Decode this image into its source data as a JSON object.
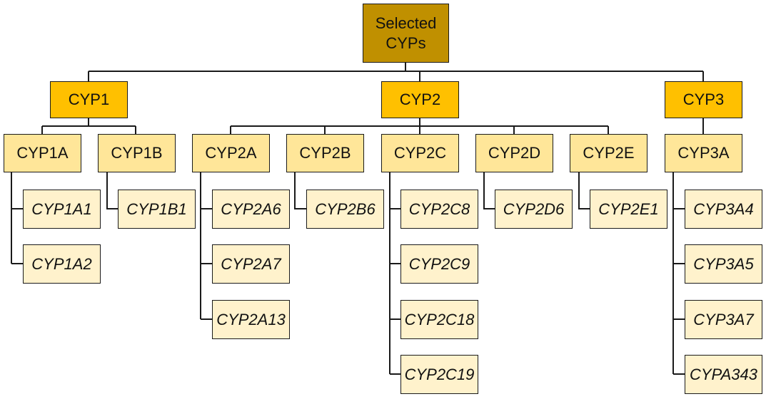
{
  "root": "Selected\nCYPs",
  "families": [
    "CYP1",
    "CYP2",
    "CYP3"
  ],
  "subfamilies": [
    "CYP1A",
    "CYP1B",
    "CYP2A",
    "CYP2B",
    "CYP2C",
    "CYP2D",
    "CYP2E",
    "CYP3A"
  ],
  "genes": {
    "cyp1a": [
      "CYP1A1",
      "CYP1A2"
    ],
    "cyp1b": [
      "CYP1B1"
    ],
    "cyp2a": [
      "CYP2A6",
      "CYP2A7",
      "CYP2A13"
    ],
    "cyp2b": [
      "CYP2B6"
    ],
    "cyp2c": [
      "CYP2C8",
      "CYP2C9",
      "CYP2C18",
      "CYP2C19"
    ],
    "cyp2d": [
      "CYP2D6"
    ],
    "cyp2e": [
      "CYP2E1"
    ],
    "cyp3a": [
      "CYP3A4",
      "CYP3A5",
      "CYP3A7",
      "CYPA343"
    ]
  },
  "colors": {
    "root": "#c09000",
    "family": "#ffc000",
    "subfamily": "#ffe699",
    "gene": "#fff2cc",
    "border": "#1a1a1a"
  }
}
